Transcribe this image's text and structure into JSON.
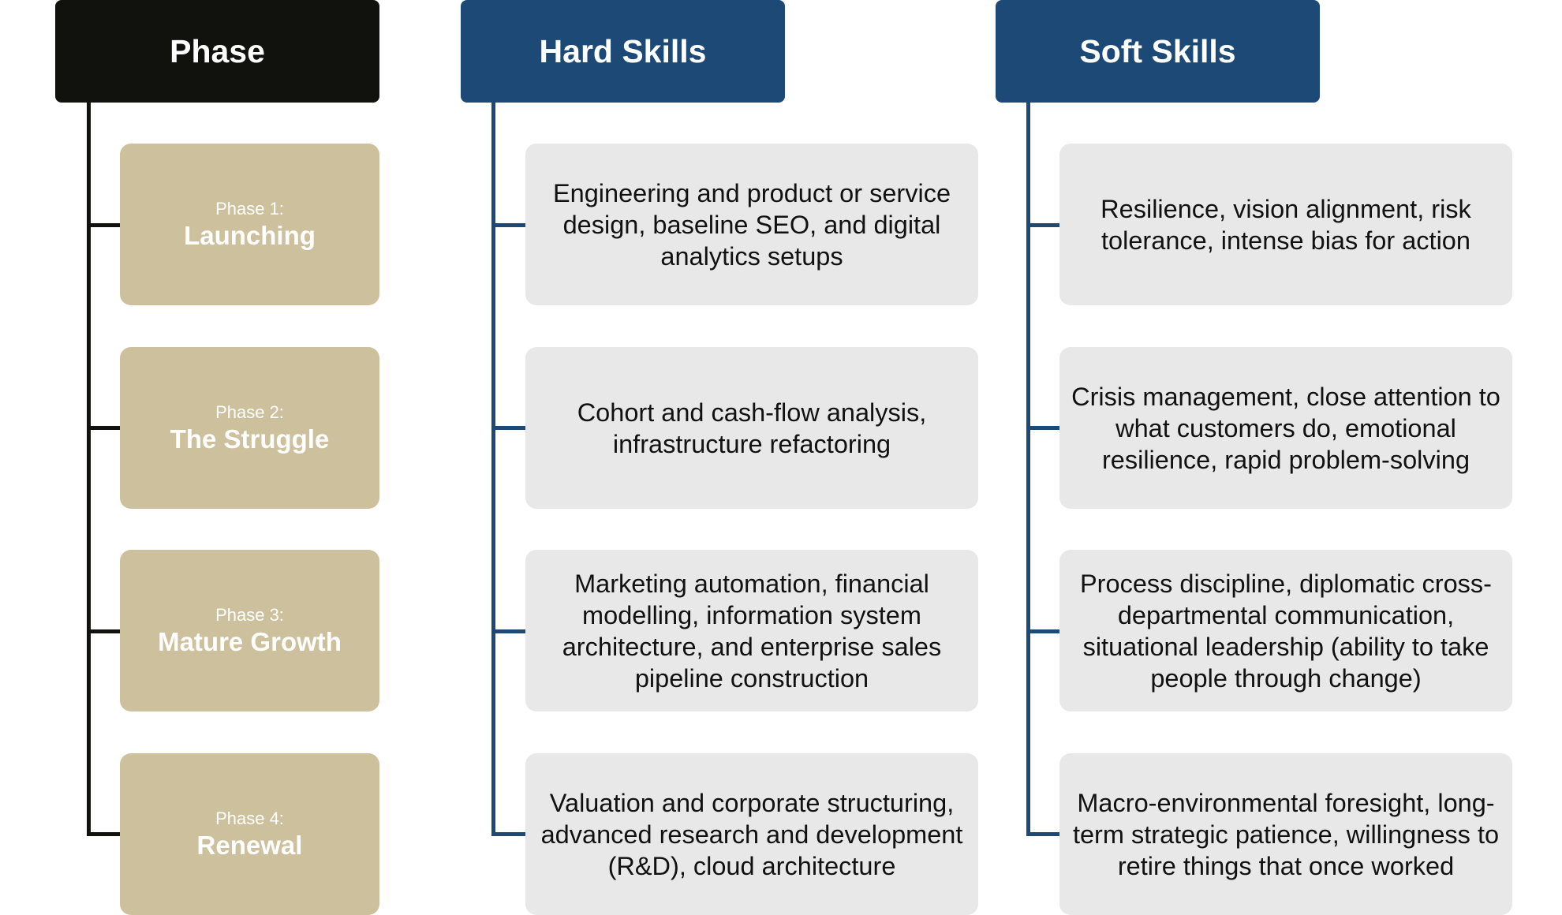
{
  "headers": {
    "phase": "Phase",
    "hard": "Hard Skills",
    "soft": "Soft Skills"
  },
  "phases": [
    {
      "number": "Phase 1:",
      "name": "Launching"
    },
    {
      "number": "Phase 2:",
      "name": "The Struggle"
    },
    {
      "number": "Phase 3:",
      "name": "Mature Growth"
    },
    {
      "number": "Phase 4:",
      "name": "Renewal"
    }
  ],
  "hard_skills": [
    "Engineering and product or service design, baseline SEO, and digital analytics setups",
    "Cohort and cash-flow analysis, infrastructure refactoring",
    "Marketing automation, financial modelling, information system architecture, and enterprise sales pipeline construction",
    "Valuation and corporate structuring, advanced research and development (R&D), cloud architecture"
  ],
  "soft_skills": [
    "Resilience, vision alignment, risk tolerance, intense bias for action",
    "Crisis management, close attention to what customers do, emotional resilience, rapid problem-solving",
    "Process discipline, diplomatic cross-departmental communication, situational leadership (ability to take people through change)",
    "Macro-environmental foresight, long-term strategic patience, willingness to retire things that once worked"
  ],
  "colors": {
    "phase_header": "#11110d",
    "skills_header": "#1c4975",
    "phase_card": "#cdc09c",
    "skill_card": "#e8e8e8"
  }
}
